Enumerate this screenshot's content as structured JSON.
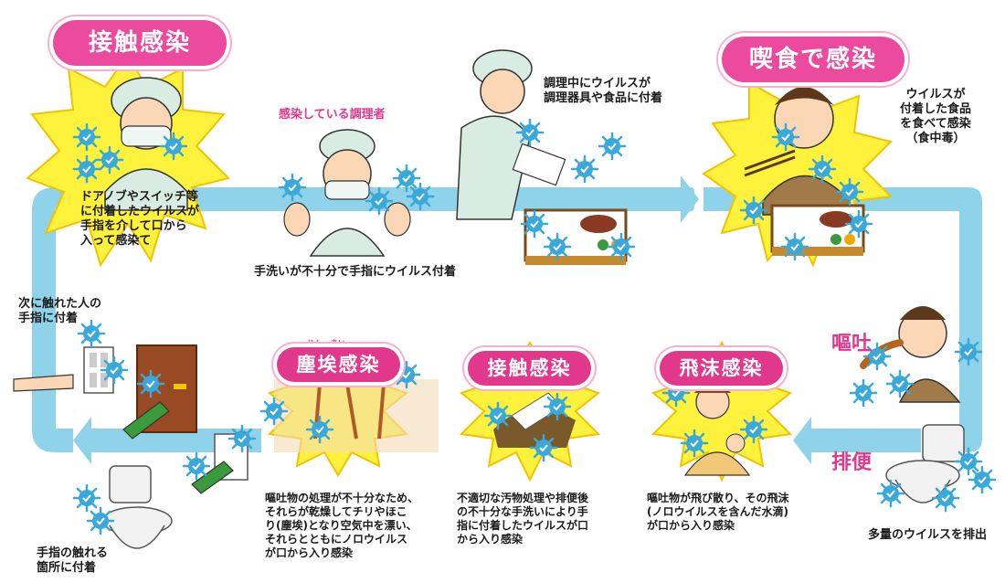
{
  "title_contact": "接触感染",
  "title_food": "喫食で感染",
  "label_infected_cook": "感染している調理者",
  "text_door_switch": "ドアノブやスイッチ等\nに付着したウイルスが\n手指を介して口から\n入って感染て",
  "text_handwash": "手洗いが不十分で手指にウイルス付着",
  "text_cooking": "調理中にウイルスが\n調理器具や食品に付着",
  "text_eating": "ウイルスが\n付着した食品\nを食べて感染\n（食中毒）",
  "label_vomit": "嘔吐",
  "label_excrete": "排便",
  "text_large_virus": "多量のウイルスを排出",
  "text_next_person": "次に触れた人の\n手指に付着",
  "text_touch_spot": "手指の触れる\n箇所に付着",
  "badge_dust": "塵埃感染",
  "ruby_jin": "じん",
  "ruby_ai": "あい",
  "badge_contact2": "接触感染",
  "badge_droplet": "飛沫感染",
  "text_dust": "嘔吐物の処理が不十分なため、\nそれらが乾燥してチリやほこ\nり(塵埃)となり空気中を漂い、\nそれらとともにノロウイルス\nが口から入り感染",
  "text_contact2": "不適切な汚物処理や排便後\nの不十分な手洗いにより手\n指に付着したウイルスが口\nから入り感染",
  "text_droplet": "嘔吐物が飛び散り、その飛沫\n(ノロウイルスを含んだ水滴)\nが口から入り感染",
  "colors": {
    "arrow": "#8fd3ea",
    "burst": "#fff23c",
    "pink": "#ec4a9f",
    "virus": "#3aa8d8"
  },
  "icons": [
    "virus-icon",
    "worker-figure",
    "bento-box-icon",
    "toilet-icon",
    "door-icon",
    "switch-plate-icon"
  ]
}
